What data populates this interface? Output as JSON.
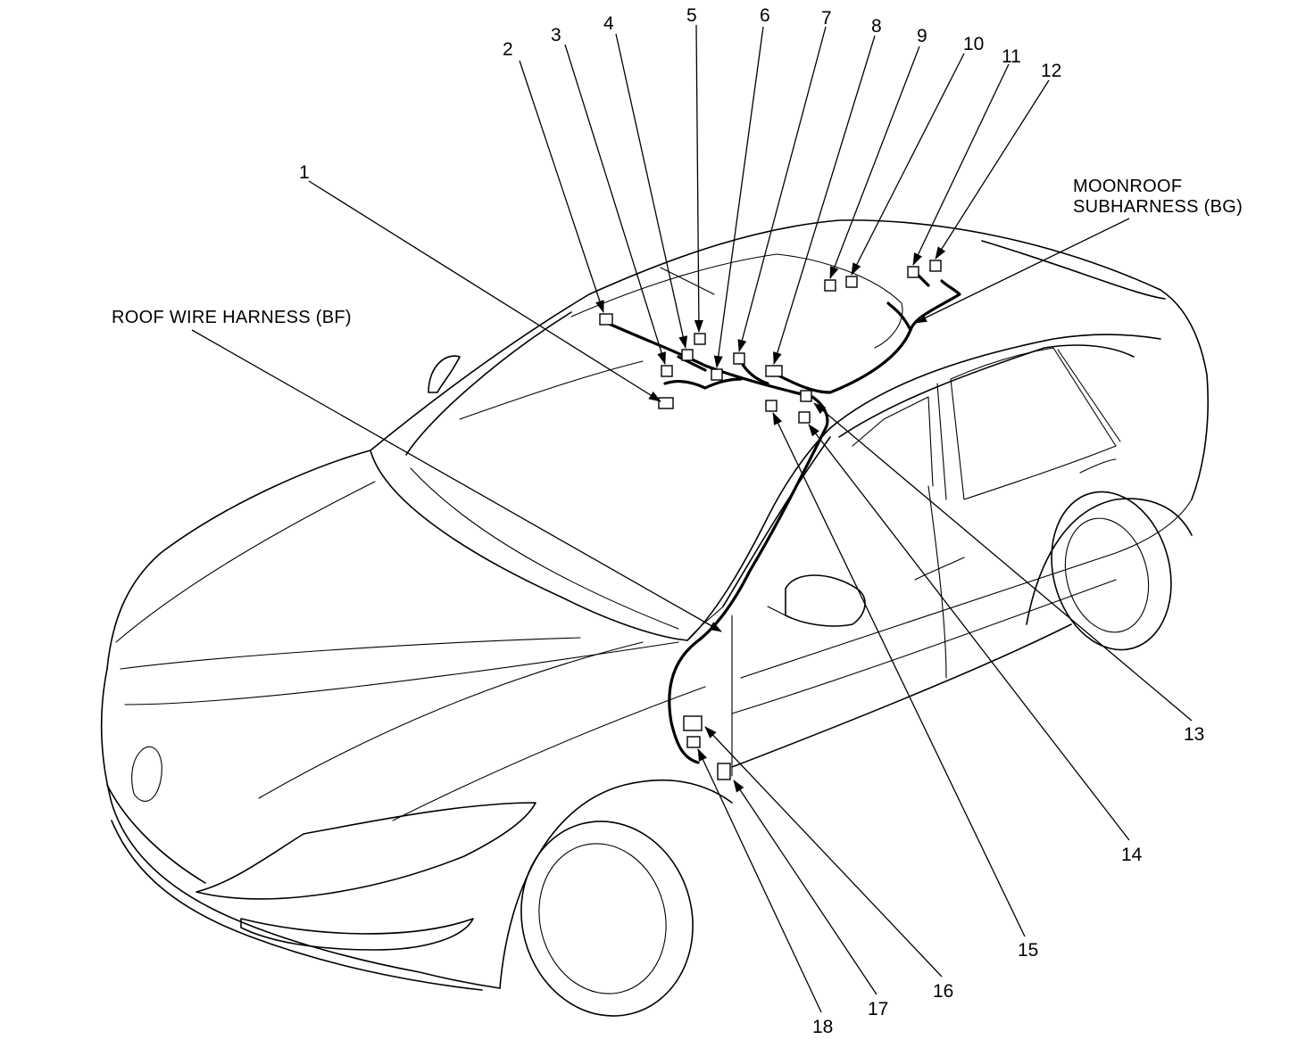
{
  "labels": {
    "roof_harness": "ROOF WIRE HARNESS (BF)",
    "moonroof_line1": "MOONROOF",
    "moonroof_line2": "SUBHARNESS (BG)"
  },
  "callouts": [
    "1",
    "2",
    "3",
    "4",
    "5",
    "6",
    "7",
    "8",
    "9",
    "10",
    "11",
    "12",
    "13",
    "14",
    "15",
    "16",
    "17",
    "18"
  ],
  "colors": {
    "line": "#000000",
    "background": "#ffffff"
  }
}
